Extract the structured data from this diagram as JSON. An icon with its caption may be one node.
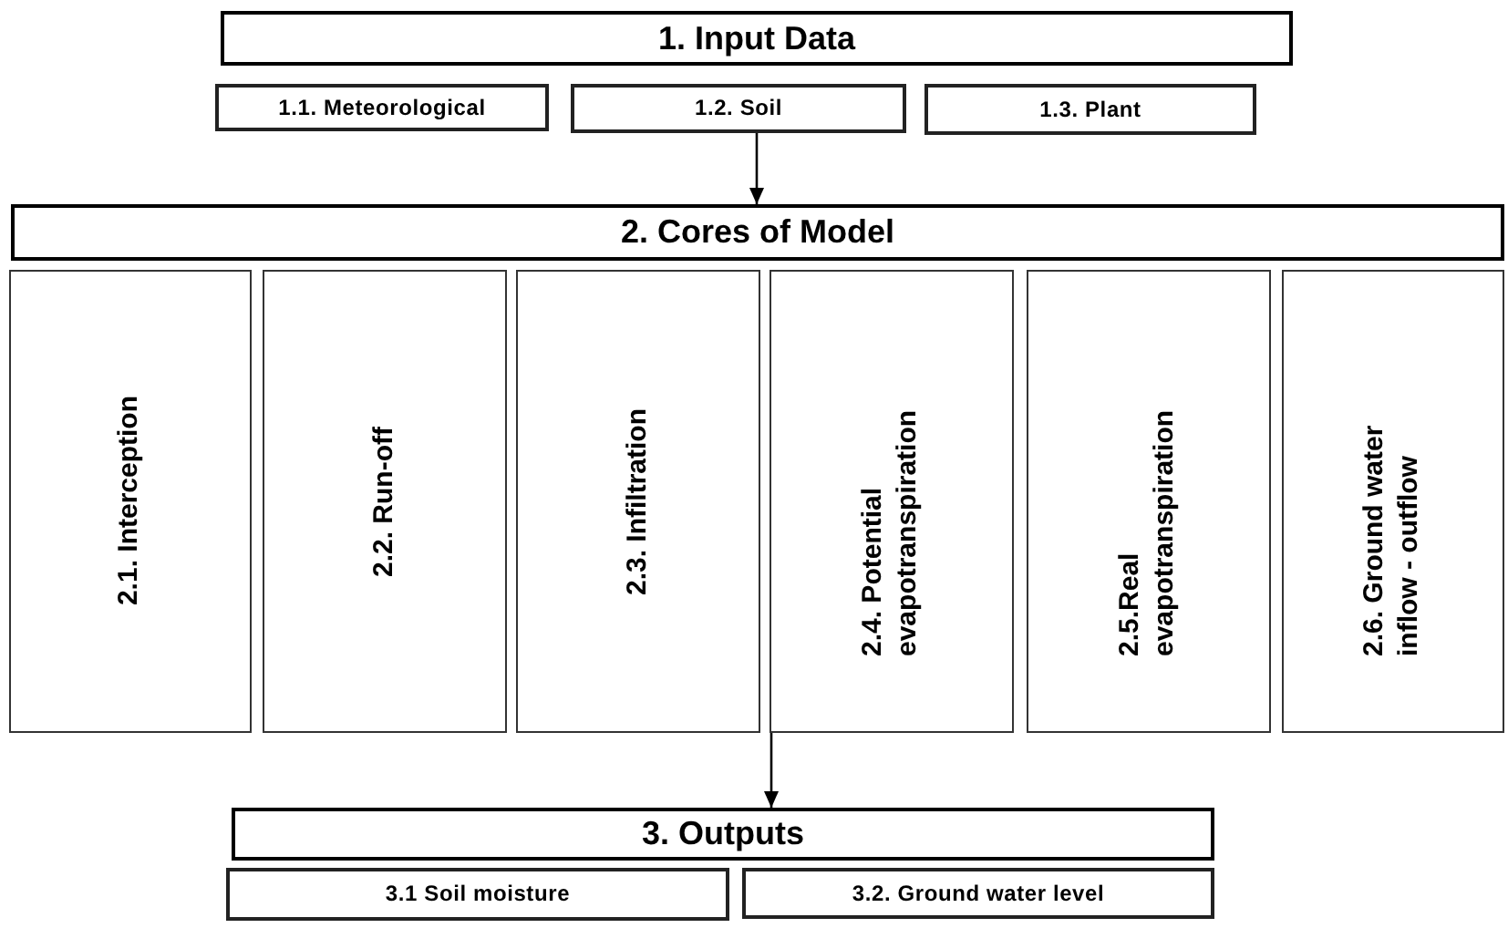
{
  "diagram": {
    "nodes": [
      {
        "text": [
          "1. Input Data"
        ]
      },
      {
        "text": [
          "1.1. Meteorological"
        ]
      },
      {
        "text": [
          "1.2. Soil"
        ]
      },
      {
        "text": [
          "1.3. Plant"
        ]
      },
      {
        "text": [
          "2. Cores of Model"
        ]
      },
      {
        "text": [
          "2.1. Interception"
        ]
      },
      {
        "text": [
          "2.2. Run-off"
        ]
      },
      {
        "text": [
          "2.3. Infiltration"
        ]
      },
      {
        "text": [
          "2.4. Potential evapotranspiration"
        ]
      },
      {
        "text": [
          "2.5.Real evapotranspiration"
        ]
      },
      {
        "text": [
          "2.6. Ground water inflow - outflow"
        ]
      },
      {
        "text": [
          "3. Outputs"
        ]
      },
      {
        "text": [
          "3.1 Soil moisture"
        ]
      },
      {
        "text": [
          "3.2. Ground water level"
        ]
      }
    ],
    "edges": [
      {
        "from": 2,
        "to": 4,
        "arrow": "to"
      },
      {
        "from": 8,
        "to": 11,
        "arrow": "to"
      }
    ]
  }
}
